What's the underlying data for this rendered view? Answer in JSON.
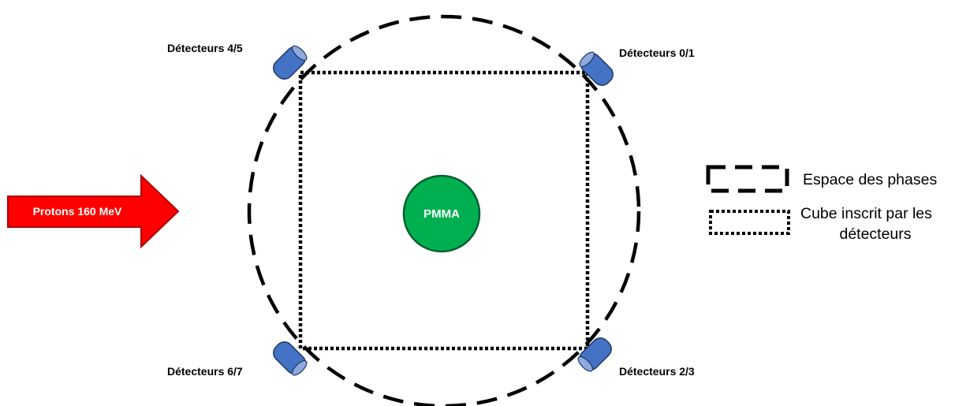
{
  "beam": {
    "label": "Protons 160 MeV",
    "color": "#ff0000"
  },
  "target": {
    "label": "PMMA",
    "color": "#00b050"
  },
  "detectors": {
    "top_left": "Détecteurs 4/5",
    "top_right": "Détecteurs 0/1",
    "bottom_left": "Détecteurs 6/7",
    "bottom_right": "Détecteurs 2/3",
    "color": "#4472c4"
  },
  "legend": {
    "dashed_label": "Espace des phases",
    "dotted_label_line1": "Cube inscrit par les",
    "dotted_label_line2": "détecteurs"
  }
}
